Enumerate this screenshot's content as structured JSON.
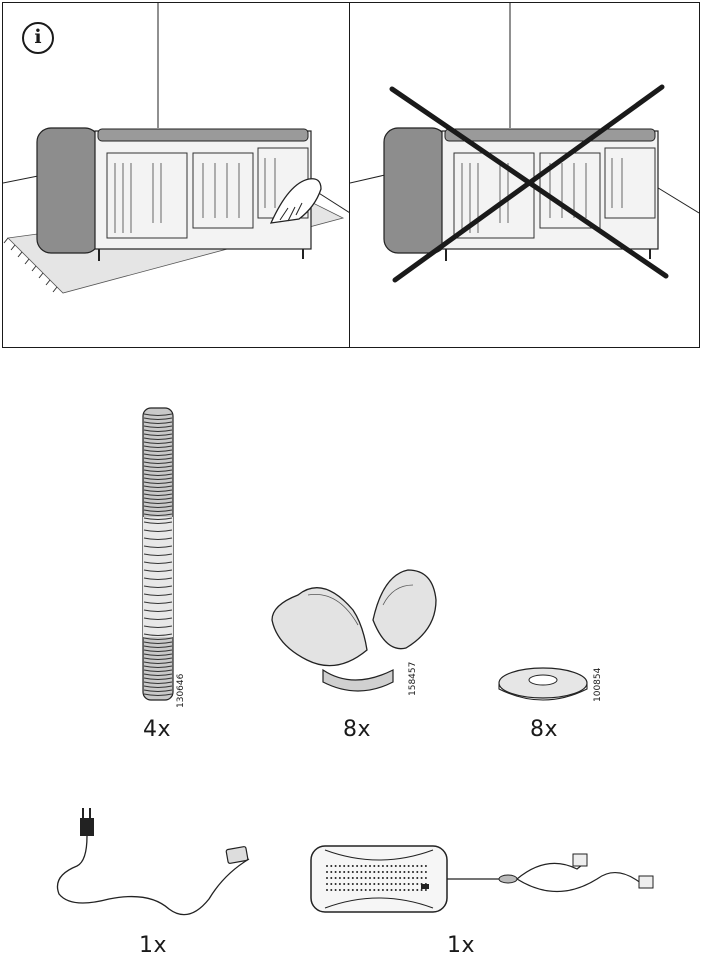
{
  "info_icon": "info-icon",
  "panels": [
    {
      "id": "correct",
      "icon": "hand-icon"
    },
    {
      "id": "incorrect",
      "icon": "cross-icon"
    }
  ],
  "parts": [
    {
      "name": "threaded-rod",
      "part_number": "130646",
      "quantity": "4x"
    },
    {
      "name": "wing-knob",
      "part_number": "158457",
      "quantity": "8x"
    },
    {
      "name": "washer",
      "part_number": "100854",
      "quantity": "8x"
    },
    {
      "name": "power-cord",
      "quantity": "1x"
    },
    {
      "name": "control-box",
      "quantity": "1x"
    }
  ]
}
